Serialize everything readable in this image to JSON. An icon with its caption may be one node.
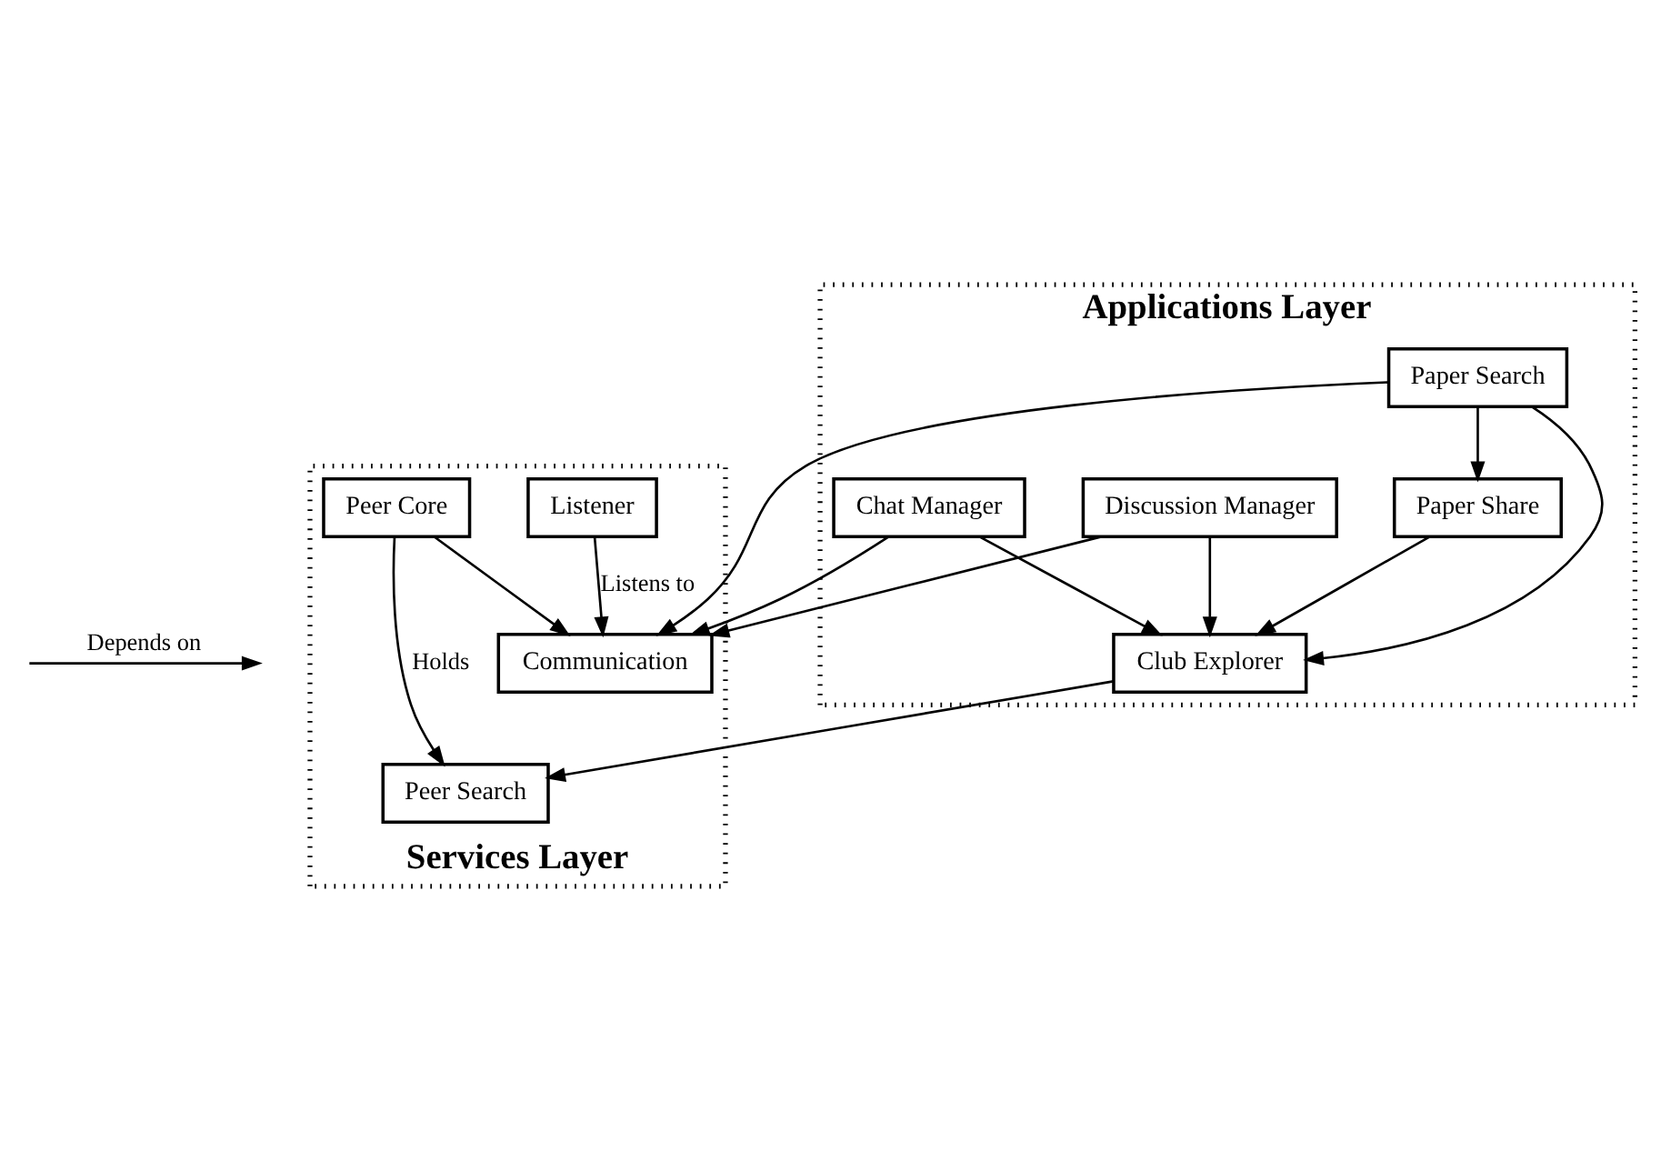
{
  "diagram": {
    "nodes": [
      {
        "text": [
          "Applications Layer"
        ]
      },
      {
        "text": [
          "Paper Share"
        ],
        "in": 0
      },
      {
        "text": [
          "Paper Search"
        ],
        "in": 0
      },
      {
        "text": [
          "Discussion Manager"
        ],
        "in": 0
      },
      {
        "text": [
          "Chat Manager"
        ],
        "in": 0
      },
      {
        "text": [
          "Club Explorer"
        ],
        "in": 0
      },
      {
        "text": [
          "Services Layer"
        ]
      },
      {
        "text": [
          "Peer Search"
        ],
        "in": 6
      },
      {
        "text": [
          "Communication"
        ],
        "in": 6
      },
      {
        "text": [
          "Listener"
        ],
        "in": 6
      },
      {
        "text": [
          "Peer Core"
        ],
        "in": 6
      }
    ],
    "edges": [
      {
        "from": 2,
        "to": 1,
        "arrow": "to"
      },
      {
        "from": 1,
        "to": 5,
        "arrow": "to"
      },
      {
        "from": 2,
        "to": 5,
        "arrow": "to"
      },
      {
        "from": 2,
        "to": 8,
        "arrow": "to"
      },
      {
        "from": 3,
        "to": 5,
        "arrow": "to"
      },
      {
        "from": 3,
        "to": 8,
        "arrow": "to"
      },
      {
        "from": 4,
        "to": 5,
        "arrow": "to"
      },
      {
        "from": 4,
        "to": 8,
        "arrow": "to"
      },
      {
        "from": 5,
        "to": 7,
        "arrow": "to"
      },
      {
        "from": 9,
        "to": 8,
        "label": "Listens to",
        "arrow": "to"
      },
      {
        "from": 10,
        "to": 7,
        "label": "Holds",
        "arrow": "to"
      },
      {
        "from": 10,
        "to": 8,
        "arrow": "to"
      }
    ],
    "legend": [
      {
        "text": "Depends on"
      }
    ]
  }
}
